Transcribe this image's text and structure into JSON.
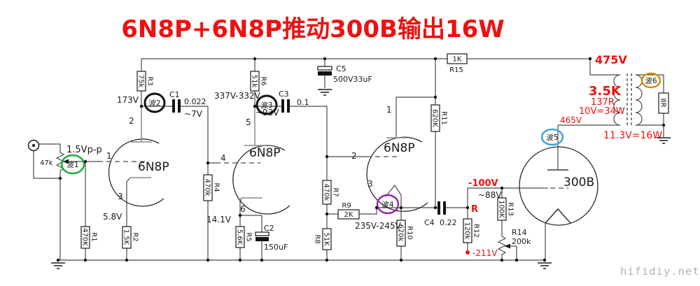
{
  "title": {
    "text": "6N8P+6N8P推动300B输出16W",
    "color": "#ee1111"
  },
  "watermark": "hifidiy.net",
  "input": {
    "signal": "1.5Vp-p",
    "pot_value": "47k"
  },
  "probes": {
    "p1": "波1",
    "p2": "波2",
    "p3": "波3",
    "p4": "波4",
    "p5": "波5",
    "p6": "波6"
  },
  "colors": {
    "accent_red": "#ee1111",
    "probe1_green": "#1faa3c",
    "probe2_black": "#111111",
    "probe4_purple": "#8e2a9e",
    "probe5_blue": "#3aa5d9",
    "probe6_orange": "#d98a00"
  },
  "tubes": {
    "t1": {
      "name": "6N8P",
      "pin_plate": "2",
      "pin_grid": "1",
      "pin_cathode": "3",
      "plate_v": "173V",
      "cathode_v": "5.8V"
    },
    "t2": {
      "name": "6N8P",
      "pin_plate": "5",
      "pin_grid": "4",
      "pin_cathode": "6",
      "plate_v": "337V-332V",
      "cathode_v": "14.1V",
      "signal_in": "~7V",
      "signal_out": "~93V"
    },
    "t3": {
      "name": "6N8P",
      "pin_plate": "1",
      "pin_grid": "2",
      "pin_cathode": "3",
      "cathode_v": "235V-245V"
    },
    "t4": {
      "name": "300B",
      "grid_v": "-100V",
      "grid_signal": "~88V",
      "plate_v": "465V"
    }
  },
  "resistors": {
    "r1": {
      "name": "R1",
      "value": "470K"
    },
    "r2": {
      "name": "R2",
      "value": "1.5K"
    },
    "r3": {
      "name": "R3",
      "value": "75k"
    },
    "r4": {
      "name": "R4",
      "value": "470k"
    },
    "r5": {
      "name": "R5",
      "value": "5.6K"
    },
    "r6": {
      "name": "R6",
      "value": "51k"
    },
    "r7": {
      "name": "R7",
      "value": "470k"
    },
    "r8": {
      "name": "R8",
      "value": "51K"
    },
    "r9": {
      "name": "R9",
      "value": "2K"
    },
    "r10": {
      "name": "R10",
      "value": "620k"
    },
    "r11": {
      "name": "R11",
      "value": "620K"
    },
    "r12": {
      "name": "R12",
      "value": "120k"
    },
    "r13": {
      "name": "R13",
      "value": "100K"
    },
    "r14": {
      "name": "R14",
      "value": "200k"
    },
    "r15": {
      "name": "R15",
      "value": "1K"
    },
    "load": {
      "value": "8R"
    }
  },
  "capacitors": {
    "c1": {
      "name": "C1",
      "value": "0.022"
    },
    "c2": {
      "name": "C2",
      "value": "150uF"
    },
    "c3": {
      "name": "C3",
      "value": "0.1"
    },
    "c4": {
      "name": "C4",
      "value": "0.22"
    },
    "c5": {
      "name": "C5",
      "value": "500V33uF"
    }
  },
  "supply": {
    "b_plus": "475V",
    "bias_node": "R",
    "neg_rail": "-211V"
  },
  "transformer": {
    "primary_impedance": "3.5K",
    "primary_dcr": "137R",
    "primary_power": "10V=34W",
    "output_power": "11.3V=16W"
  }
}
